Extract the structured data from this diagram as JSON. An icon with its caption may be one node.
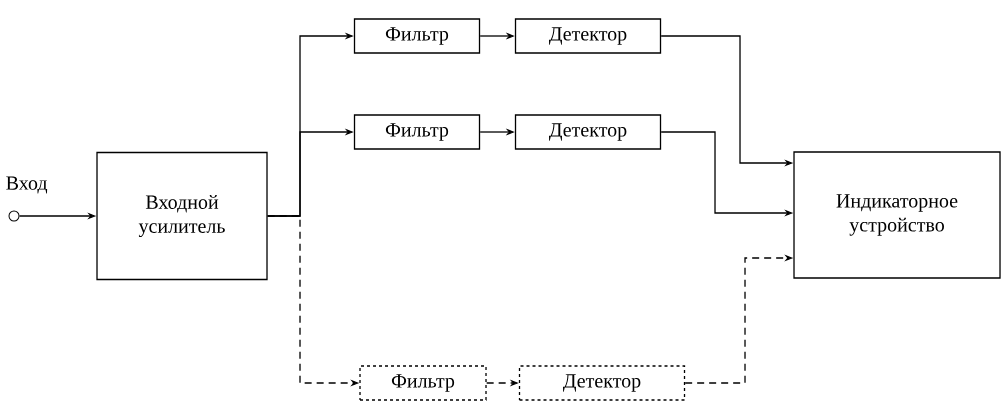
{
  "diagram": {
    "nodes": [
      {
        "text": [],
        "shape": "circle",
        "beside": [
          "Вход"
        ]
      },
      {
        "text": [
          "Входной усилитель"
        ]
      },
      {
        "text": [
          "Фильтр"
        ]
      },
      {
        "text": [
          "Детектор"
        ]
      },
      {
        "text": [
          "Фильтр"
        ]
      },
      {
        "text": [
          "Детектор"
        ]
      },
      {
        "text": [
          "Фильтр"
        ]
      },
      {
        "text": [
          "Детектор"
        ]
      },
      {
        "text": [
          "Индикаторное устройство"
        ]
      }
    ],
    "edges": [
      {
        "from": 0,
        "to": 1,
        "arrow": "to"
      },
      {
        "from": 1,
        "to": 2,
        "arrow": "to"
      },
      {
        "from": 1,
        "to": 4,
        "arrow": "to"
      },
      {
        "from": 1,
        "to": 6,
        "arrow": "to",
        "style": "dashed"
      },
      {
        "from": 2,
        "to": 3,
        "arrow": "to"
      },
      {
        "from": 4,
        "to": 5,
        "arrow": "to"
      },
      {
        "from": 6,
        "to": 7,
        "arrow": "to",
        "style": "dashed"
      },
      {
        "from": 3,
        "to": 8,
        "arrow": "to"
      },
      {
        "from": 5,
        "to": 8,
        "arrow": "to"
      },
      {
        "from": 7,
        "to": 8,
        "arrow": "to",
        "style": "dashed"
      }
    ]
  }
}
